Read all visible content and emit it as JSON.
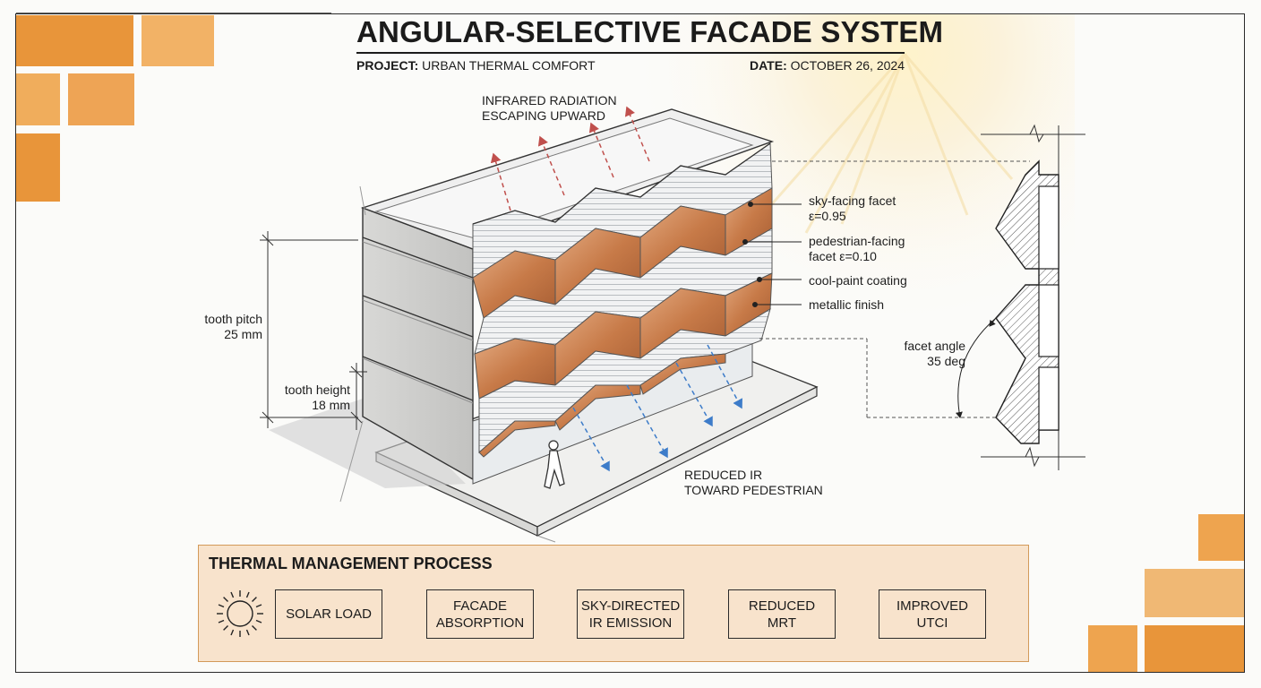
{
  "header": {
    "title": "ANGULAR-SELECTIVE FACADE SYSTEM",
    "project_label": "PROJECT:",
    "project_value": "URBAN THERMAL COMFORT",
    "date_label": "DATE:",
    "date_value": "OCTOBER 26, 2024"
  },
  "annotations": {
    "infrared": [
      "INFRARED RADIATION",
      "ESCAPING UPWARD"
    ],
    "sky_facet": [
      "sky-facing facet",
      "ε=0.95"
    ],
    "ped_facet": [
      "pedestrian-facing",
      "facet ε=0.10"
    ],
    "cool_paint": "cool-paint coating",
    "metallic": "metallic finish",
    "tooth_pitch": [
      "tooth pitch",
      "25 mm"
    ],
    "tooth_height": [
      "tooth height",
      "18 mm"
    ],
    "reduced_ir": [
      "REDUCED IR",
      "TOWARD PEDESTRIAN"
    ],
    "facet_angle": [
      "facet angle",
      "35 deg"
    ]
  },
  "process": {
    "title": "THERMAL MANAGEMENT PROCESS",
    "icon": "sun-icon",
    "steps": [
      "SOLAR LOAD",
      "FACADE\nABSORPTION",
      "SKY-DIRECTED\nIR EMISSION",
      "REDUCED\nMRT",
      "IMPROVED\nUTCI"
    ]
  },
  "colors": {
    "accent_orange": "#e8953a",
    "copper": "#c87d4e",
    "panel_fill": "#f8e3cc",
    "ir_up_arrow": "#c0504d",
    "ir_down_arrow": "#3d7cc9"
  }
}
